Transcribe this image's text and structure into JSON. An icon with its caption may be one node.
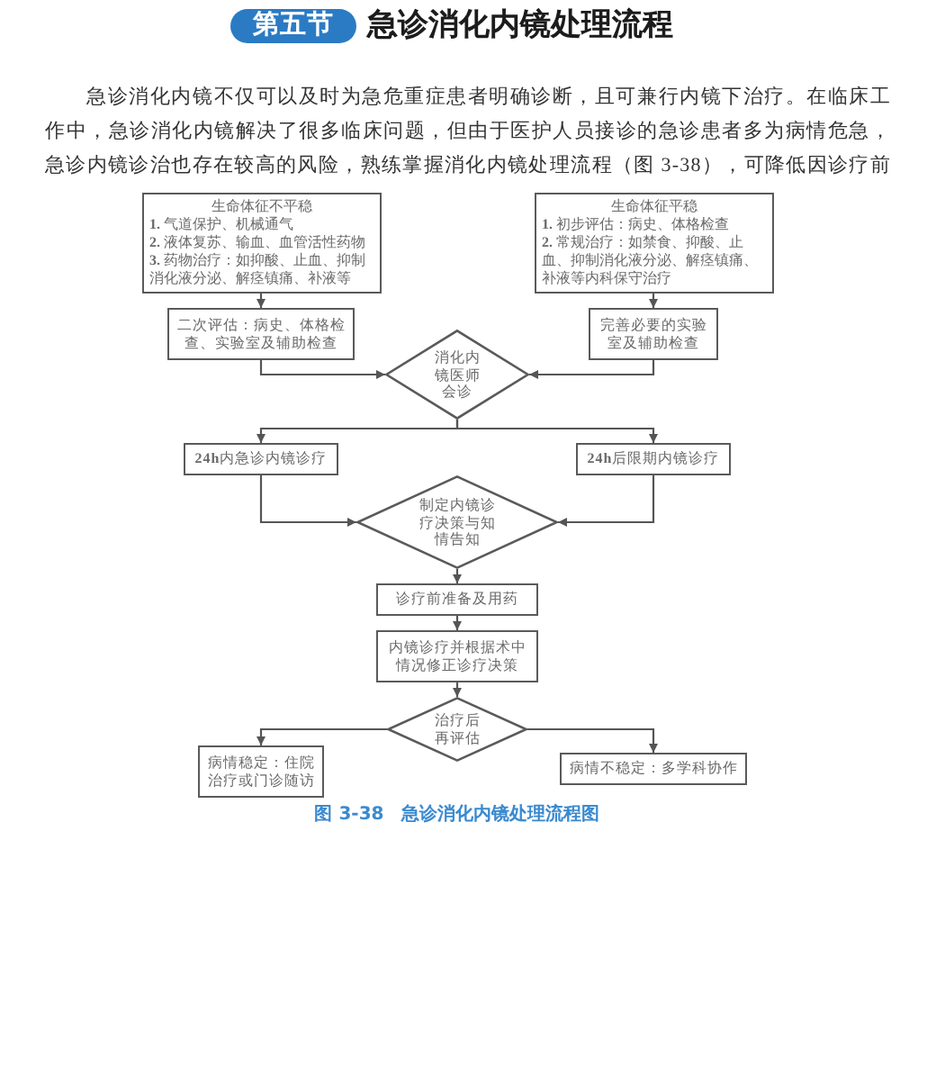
{
  "diagram": {
    "title": "急诊消化内镜处理流程",
    "caption": "图 3-38　急诊消化内镜处理流程图",
    "labels": [
      "第五节",
      "急诊消化内镜不仅可以及时为急危重症患者明确诊断，且可兼行内镜下治疗。在临床工作中，急诊消化内镜解决了很多临床问题，但由于医护人员接诊的急诊患者多为病情危急，急诊内镜诊治也存在较高的风险，熟练掌握消化内镜处理流程（图 3-38），可降低因诊疗前"
    ],
    "nodes": [
      {
        "text": [
          "生命体征不平稳",
          "**1.** 气道保护、机械通气",
          "**2.** 液体复苏、输血、血管活性药物",
          "**3.** 药物治疗：如抑酸、止血、抑制消化液分泌、解痉镇痛、补液等"
        ]
      },
      {
        "text": [
          "生命体征平稳",
          "**1.** 初步评估：病史、体格检查",
          "**2.** 常规治疗：如禁食、抑酸、止血、抑制消化液分泌、解痉镇痛、补液等内科保守治疗"
        ]
      },
      {
        "text": [
          "二次评估：病史、体格检查、实验室及辅助检查"
        ]
      },
      {
        "text": [
          "消化内镜医师会诊"
        ]
      },
      {
        "text": [
          "完善必要的实验室及辅助检查"
        ]
      },
      {
        "text": [
          "**24h**内急诊内镜诊疗"
        ]
      },
      {
        "text": [
          "**24h**后限期内镜诊疗"
        ]
      },
      {
        "text": [
          "制定内镜诊疗决策与知情告知"
        ]
      },
      {
        "text": [
          "诊疗前准备及用药"
        ]
      },
      {
        "text": [
          "内镜诊疗并根据术中情况修正诊疗决策"
        ]
      },
      {
        "text": [
          "治疗后再评估"
        ]
      },
      {
        "text": [
          "病情稳定：住院治疗或门诊随访"
        ]
      },
      {
        "text": [
          "病情不稳定：多学科协作"
        ]
      }
    ],
    "edges": [
      {
        "from": 0,
        "to": 2,
        "arrow": "to"
      },
      {
        "from": 1,
        "to": 4,
        "arrow": "to"
      },
      {
        "from": 2,
        "to": 3,
        "arrow": "to"
      },
      {
        "from": 4,
        "to": 3,
        "arrow": "to"
      },
      {
        "from": 3,
        "to": 5,
        "arrow": "to"
      },
      {
        "from": 3,
        "to": 6,
        "arrow": "to"
      },
      {
        "from": 5,
        "to": 7,
        "arrow": "to"
      },
      {
        "from": 6,
        "to": 7,
        "arrow": "to"
      },
      {
        "from": 7,
        "to": 8,
        "arrow": "to"
      },
      {
        "from": 8,
        "to": 9,
        "arrow": "to"
      },
      {
        "from": 9,
        "to": 10,
        "arrow": "to"
      },
      {
        "from": 10,
        "to": 11,
        "arrow": "to"
      },
      {
        "from": 10,
        "to": 12,
        "arrow": "to"
      }
    ]
  }
}
